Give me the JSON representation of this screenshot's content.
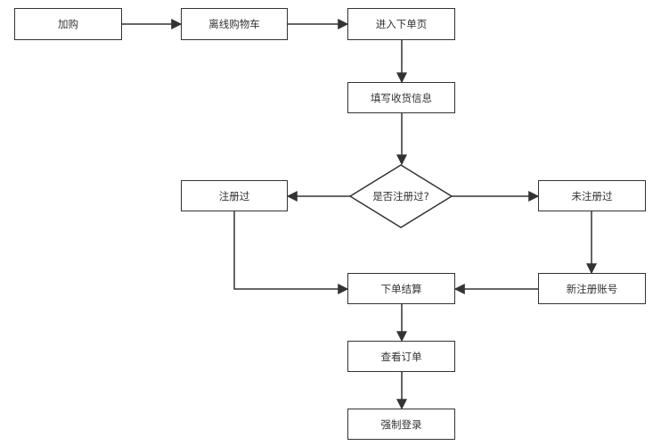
{
  "colors": {
    "stroke": "#333333",
    "fill": "#ffffff",
    "text": "#333333"
  },
  "nodes": {
    "add_to_cart": "加购",
    "offline_cart": "离线购物车",
    "order_page": "进入下单页",
    "fill_address": "填写收货信息",
    "registered_question": "是否注册过?",
    "registered": "注册过",
    "not_registered": "未注册过",
    "new_account": "新注册账号",
    "checkout": "下单结算",
    "view_order": "查看订单",
    "force_login": "强制登录"
  }
}
